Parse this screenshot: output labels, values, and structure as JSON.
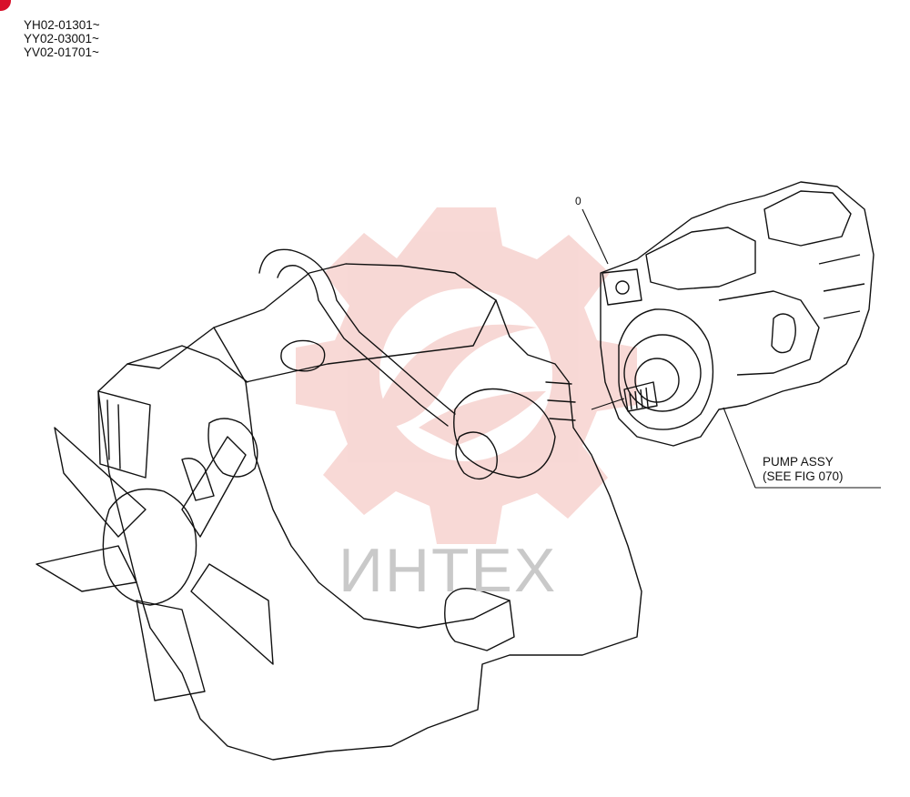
{
  "serials": [
    "YH02-01301~",
    "YY02-03001~",
    "YV02-01701~"
  ],
  "watermark": {
    "text": "ИНТЕХ",
    "color": "#f2b9b4",
    "text_color": "#c9c9c9"
  },
  "callout": {
    "line1": "PUMP ASSY",
    "line2": "(SEE FIG 070)"
  },
  "ref_number": "0",
  "colors": {
    "line": "#111111",
    "corner_mark": "#d8102a"
  }
}
